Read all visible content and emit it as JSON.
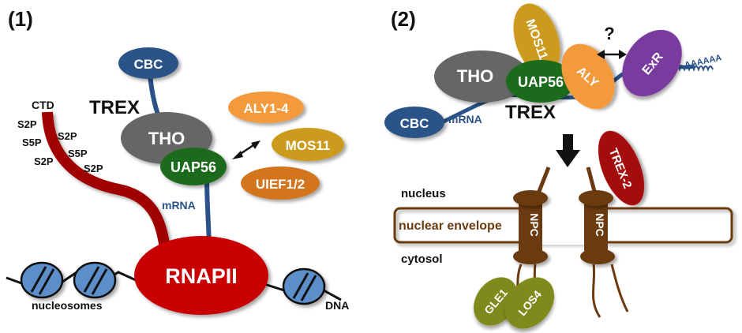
{
  "panel1": {
    "label": "(1)",
    "cbc": "CBC",
    "trex": "TREX",
    "tho": "THO",
    "uap56": "UAP56",
    "ctd": "CTD",
    "phospho": [
      "S2P",
      "S5P",
      "S2P",
      "S2P",
      "S5P",
      "S2P"
    ],
    "aly": "ALY1-4",
    "mos11": "MOS11",
    "uief": "UIEF1/2",
    "mrna": "mRNA",
    "rnapii": "RNAPII",
    "nucleosomes": "nucleosomes",
    "dna": "DNA"
  },
  "panel2": {
    "label": "(2)",
    "mos11": "MOS11",
    "tho": "THO",
    "uap56": "UAP56",
    "aly": "ALY",
    "question": "?",
    "exr": "ExR",
    "polya": "AAAAAA",
    "cbc": "CBC",
    "mrna": "mRNA",
    "trex": "TREX",
    "trex2": "TREX-2",
    "nucleus": "nucleus",
    "envelope": "nuclear envelope",
    "cytosol": "cytosol",
    "npc_left": "NPC",
    "npc_right": "NPC",
    "gle1": "GLE1",
    "los4": "LOS4"
  },
  "colors": {
    "cbc": "#2a5288",
    "tho": "#666666",
    "uap56": "#1c6b1c",
    "aly": "#f39a3e",
    "mos11": "#cc9a1a",
    "uief": "#d2751b",
    "rnapii": "#c80000",
    "ctd": "#a00000",
    "nucleosome": "#5b8fc9",
    "exr": "#7a3b9f",
    "trex2": "#a50a0a",
    "npc": "#6b3a10",
    "gle": "#7f8a1a",
    "mrna": "#2a5288"
  }
}
